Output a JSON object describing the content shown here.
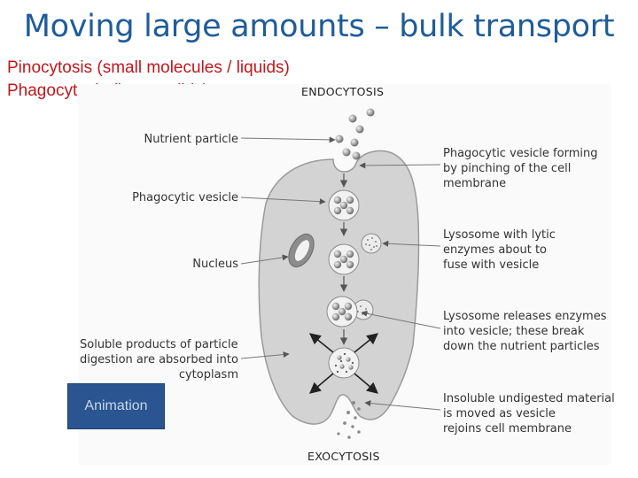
{
  "slide": {
    "title": "Moving large amounts – bulk transport",
    "subtitle_1": "Pinocytosis  (small molecules / liquids)",
    "subtitle_2": "Phagocytosis (large solids)"
  },
  "diagram": {
    "header_top": "ENDOCYTOSIS",
    "header_bottom": "EXOCYTOSIS",
    "left_labels": {
      "nutrient_particle": "Nutrient particle",
      "phagocytic_vesicle": "Phagocytic vesicle",
      "nucleus": "Nucleus",
      "soluble_1": "Soluble products of particle",
      "soluble_2": "digestion are absorbed into",
      "soluble_3": "cytoplasm"
    },
    "right_labels": {
      "forming_1": "Phagocytic vesicle forming",
      "forming_2": "by pinching of the cell",
      "forming_3": "membrane",
      "lysosome_1": "Lysosome with lytic",
      "lysosome_2": "enzymes about to",
      "lysosome_3": "fuse with vesicle",
      "releases_1": "Lysosome releases enzymes",
      "releases_2": "into vesicle; these break",
      "releases_3": "down the nutrient particles",
      "insoluble_1": "Insoluble undigested material",
      "insoluble_2": "is moved as vesicle",
      "insoluble_3": "rejoins cell membrane"
    },
    "colors": {
      "cell_fill": "#d3d3d3",
      "cell_stroke": "#9a9a9a",
      "vesicle_fill": "#f2f2f2",
      "particle_fill": "#a8a8a8",
      "title_color": "#1f5c99",
      "subtitle_color": "#c0171c",
      "button_color": "#2a5590"
    }
  },
  "animation_button": {
    "label": "Animation"
  }
}
